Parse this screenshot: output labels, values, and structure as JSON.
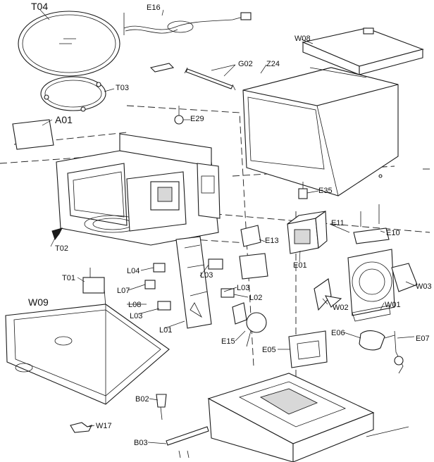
{
  "labels": {
    "T04": "T04",
    "E16": "E16",
    "W08": "W08",
    "G02": "G02",
    "Z24": "Z24",
    "T03": "T03",
    "A01": "A01",
    "E29": "E29",
    "E35": "E35",
    "T02": "T02",
    "E11": "E11",
    "E10": "E10",
    "E13": "E13",
    "E01": "E01",
    "T01": "T01",
    "L04": "L04",
    "L03a": "L03",
    "L07": "L07",
    "L03b": "L03",
    "L02": "L02",
    "W03": "W03",
    "W09": "W09",
    "L08": "L08",
    "W02": "W02",
    "W01": "W01",
    "L03c": "L03",
    "L01": "L01",
    "E15": "E15",
    "E06": "E06",
    "E07": "E07",
    "E05": "E05",
    "B02": "B02",
    "W17": "W17",
    "B03": "B03"
  }
}
